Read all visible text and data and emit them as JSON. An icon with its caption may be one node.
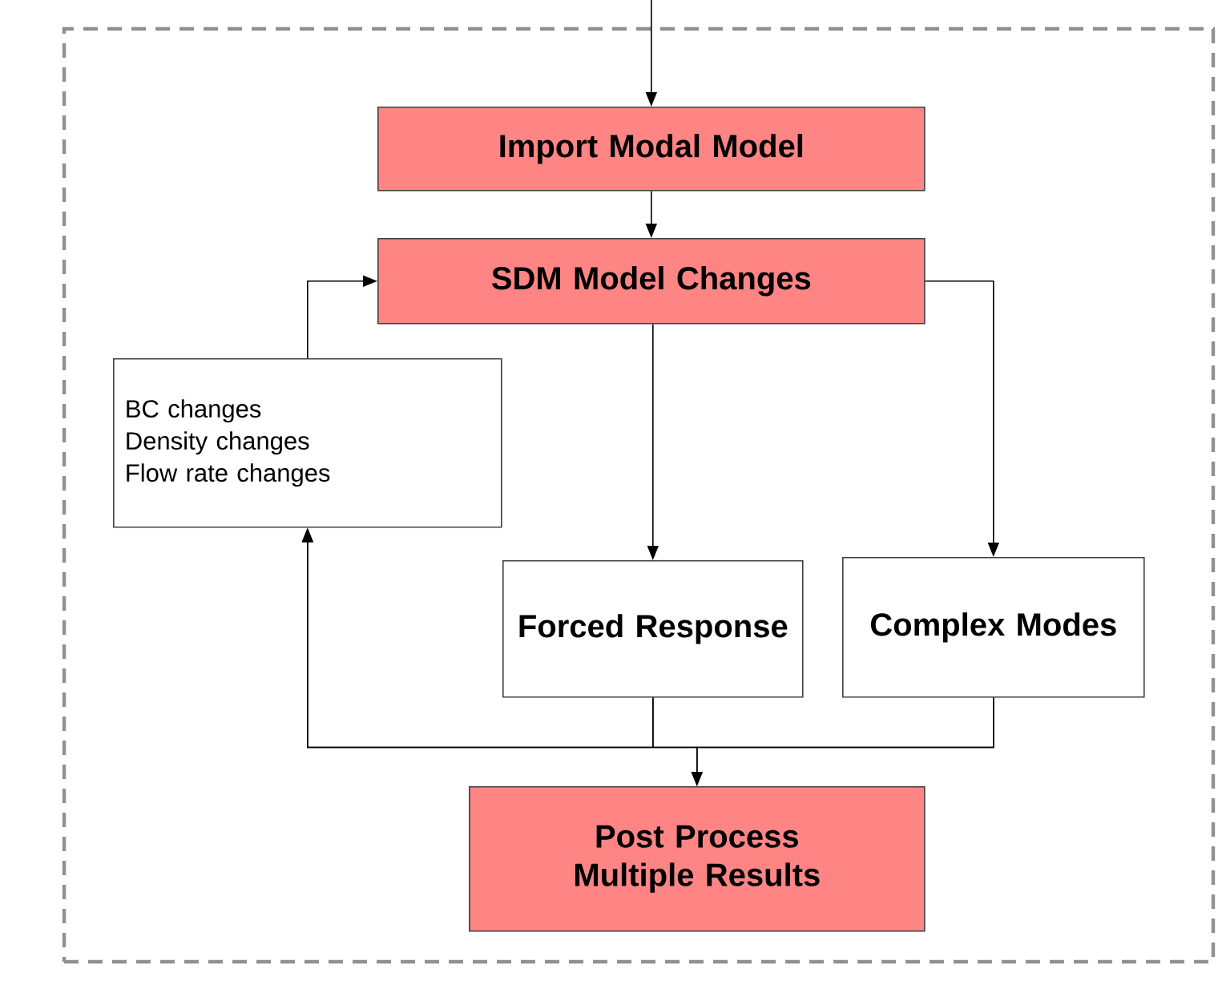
{
  "diagram": {
    "nodes": [
      {
        "text": [],
        "shape": "box"
      },
      {
        "text": [
          "Import Modal Model"
        ],
        "in": 0
      },
      {
        "text": [
          "SDM Model Changes"
        ],
        "in": 0
      },
      {
        "text": [
          "BC changes",
          "Density changes",
          "Flow rate changes"
        ],
        "in": 0
      },
      {
        "text": [
          "Forced Response"
        ],
        "in": 0
      },
      {
        "text": [
          "Complex Modes"
        ],
        "in": 0
      },
      {
        "text": [
          "Post Process Multiple Results"
        ],
        "in": 0
      }
    ],
    "edges": [
      {
        "from": null,
        "to": 1,
        "arrow": "to"
      },
      {
        "from": 1,
        "to": 2,
        "arrow": "to"
      },
      {
        "from": 3,
        "to": 2,
        "arrow": "to"
      },
      {
        "from": 2,
        "to": 4,
        "arrow": "to"
      },
      {
        "from": 2,
        "to": 5,
        "arrow": "to"
      },
      {
        "from": 4,
        "to": 6,
        "arrow": "to"
      },
      {
        "from": 5,
        "to": 6,
        "arrow": "to"
      },
      {
        "from": 4,
        "to": 3,
        "arrow": "to"
      },
      {
        "from": 5,
        "to": 3,
        "arrow": "to"
      }
    ]
  }
}
